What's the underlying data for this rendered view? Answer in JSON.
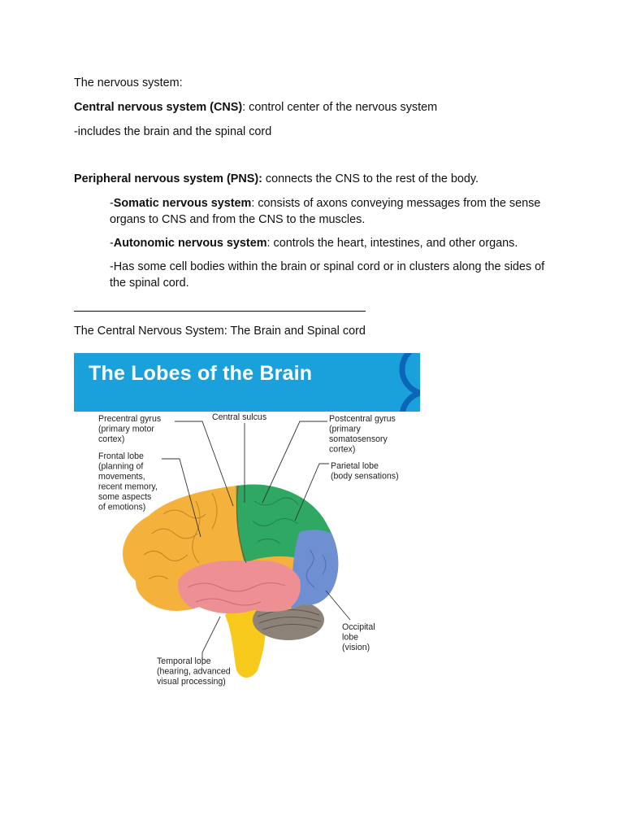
{
  "doc": {
    "heading": "The nervous system:",
    "cns": {
      "term": "Central nervous system (CNS)",
      "definition": ": control center of the nervous system",
      "includes": "-includes the brain and the spinal cord"
    },
    "pns": {
      "term": "Peripheral nervous system (PNS):",
      "definition": " connects the CNS to the rest of the body.",
      "somatic": {
        "prefix": "-",
        "term": "Somatic nervous system",
        "definition": ": consists of axons conveying messages from the sense organs to CNS and from the CNS to the muscles."
      },
      "autonomic": {
        "prefix": "-",
        "term": "Autonomic nervous system",
        "definition": ": controls the heart, intestines, and other organs."
      },
      "cell_bodies": "-Has some cell bodies within the brain or spinal cord or in clusters along the sides of the spinal cord."
    },
    "section_heading": "The Central Nervous System: The Brain and Spinal cord"
  },
  "figure": {
    "title": "The Lobes of the Brain",
    "colors": {
      "banner": "#1aa1dc",
      "frontal": "#f4b23c",
      "parietal": "#2fa863",
      "occipital": "#6f8fd3",
      "temporal": "#ee8f94",
      "cerebellum": "#8c8278",
      "brainstem": "#f6c91a"
    },
    "labels": {
      "precentral": [
        "Precentral gyrus",
        "(primary motor",
        "cortex)"
      ],
      "central_sulcus": [
        "Central sulcus"
      ],
      "postcentral": [
        "Postcentral gyrus",
        "(primary",
        "somatosensory",
        "cortex)"
      ],
      "frontal": [
        "Frontal lobe",
        "(planning of",
        "movements,",
        "recent memory,",
        "some aspects",
        "of emotions)"
      ],
      "parietal": [
        "Parietal lobe",
        "(body sensations)"
      ],
      "occipital": [
        "Occipital",
        "lobe",
        "(vision)"
      ],
      "temporal": [
        "Temporal lobe",
        "(hearing, advanced",
        "visual processing)"
      ]
    }
  }
}
